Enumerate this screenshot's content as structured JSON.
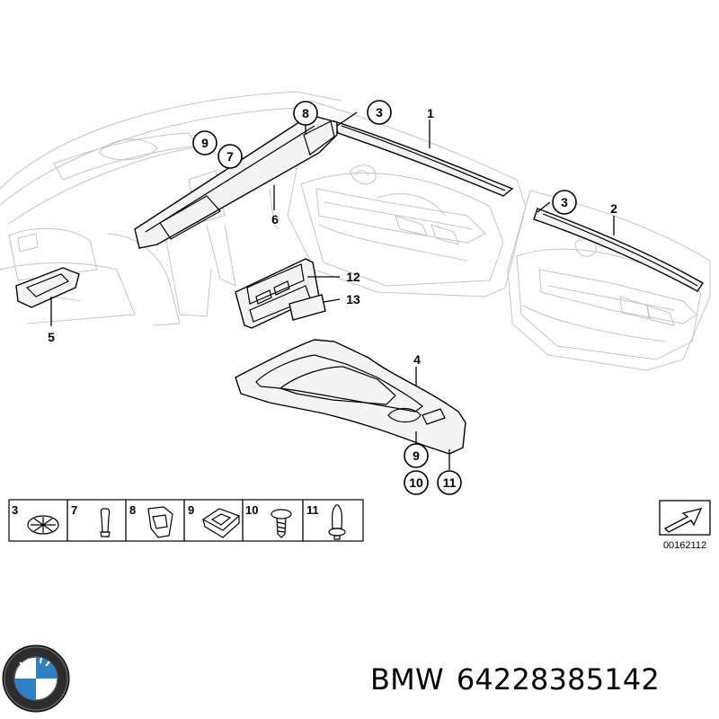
{
  "callouts": {
    "c1": "1",
    "c2": "2",
    "c3a": "3",
    "c3b": "3",
    "c4": "4",
    "c5": "5",
    "c6": "6",
    "c7": "7",
    "c8": "8",
    "c9a": "9",
    "c9b": "9",
    "c10": "10",
    "c11": "11",
    "c12": "12",
    "c13": "13"
  },
  "fasteners": [
    {
      "label": "3",
      "icon": "star-clip-icon"
    },
    {
      "label": "7",
      "icon": "pin-icon"
    },
    {
      "label": "8",
      "icon": "spring-clip-icon"
    },
    {
      "label": "9",
      "icon": "square-clip-icon"
    },
    {
      "label": "10",
      "icon": "screw-icon"
    },
    {
      "label": "11",
      "icon": "expansion-rivet-icon"
    }
  ],
  "diagram_ref": "00162112",
  "footer": {
    "brand": "BMW",
    "part_number": "64228385142"
  },
  "colors": {
    "line": "#000000",
    "faint_line": "#c4c4c4",
    "background": "#ffffff"
  }
}
